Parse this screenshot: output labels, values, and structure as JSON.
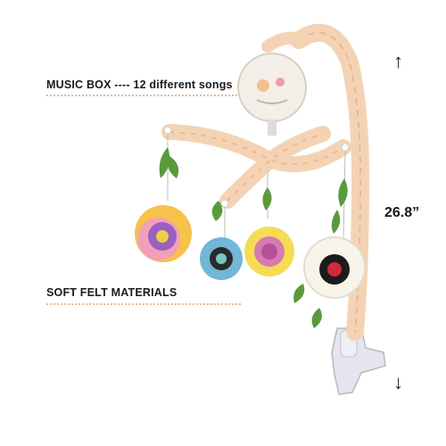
{
  "labels": {
    "music_box": "MUSIC BOX ---- 12 different songs",
    "materials": "SOFT FELT MATERIALS"
  },
  "dimension": {
    "height_text": "26.8”"
  },
  "icons": {
    "up": "up-arrow-icon",
    "down": "down-arrow-icon"
  },
  "colors": {
    "text": "#1a1a1a",
    "dotted_rule": "#f0b98a",
    "fabric": "#f4d3b4",
    "fabric_shadow": "#e8b994",
    "music_box": "#f3efe8",
    "leaf": "#5a9a3a"
  }
}
